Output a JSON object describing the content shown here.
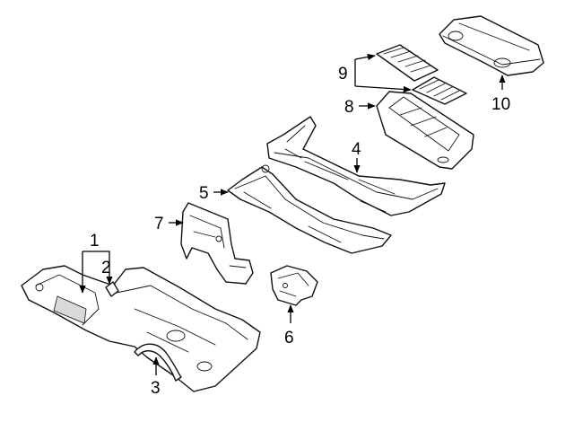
{
  "callouts": {
    "c1": "1",
    "c2": "2",
    "c3": "3",
    "c4": "4",
    "c5": "5",
    "c6": "6",
    "c7": "7",
    "c8": "8",
    "c9": "9",
    "c10": "10"
  },
  "colors": {
    "line": "#111111",
    "background": "#ffffff",
    "shading": "#d9d9d9"
  }
}
